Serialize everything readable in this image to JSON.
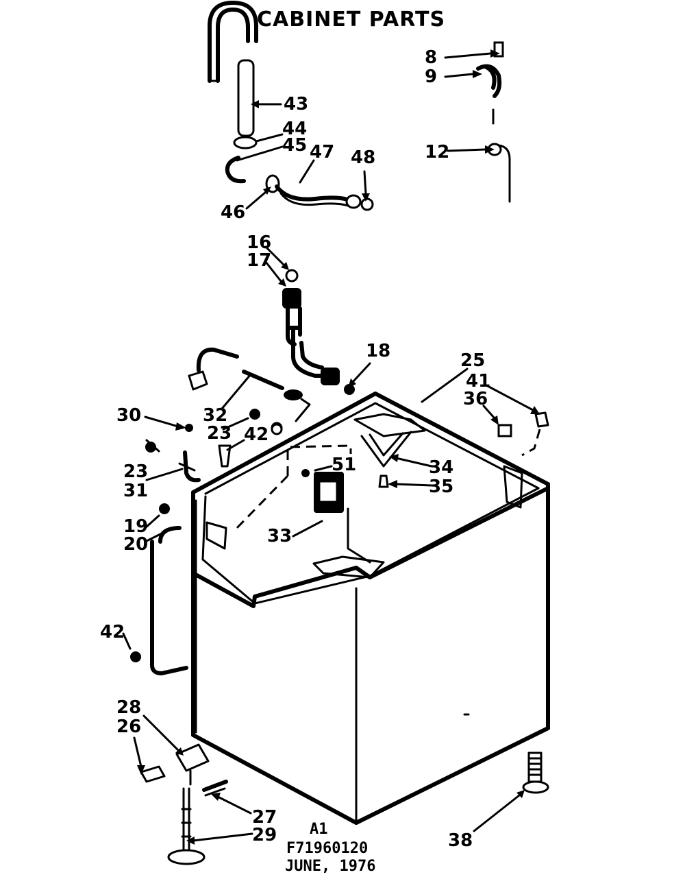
{
  "title": "CABINET PARTS",
  "part_labels": {
    "p8": "8",
    "p9": "9",
    "p12": "12",
    "p43": "43",
    "p44": "44",
    "p45": "45",
    "p46": "46",
    "p47": "47",
    "p48": "48",
    "p16": "16",
    "p17": "17",
    "p18": "18",
    "p25": "25",
    "p41": "41",
    "p36": "36",
    "p30": "30",
    "p32": "32",
    "p23a": "23",
    "p42a": "42",
    "p23b": "23",
    "p31": "31",
    "p51": "51",
    "p34": "34",
    "p35": "35",
    "p33": "33",
    "p19": "19",
    "p20": "20",
    "p42b": "42",
    "p28": "28",
    "p26": "26",
    "p27": "27",
    "p29": "29",
    "p38": "38"
  },
  "footer": {
    "line1": "A1",
    "line2": "F71960120",
    "line3": "JUNE, 1976"
  }
}
